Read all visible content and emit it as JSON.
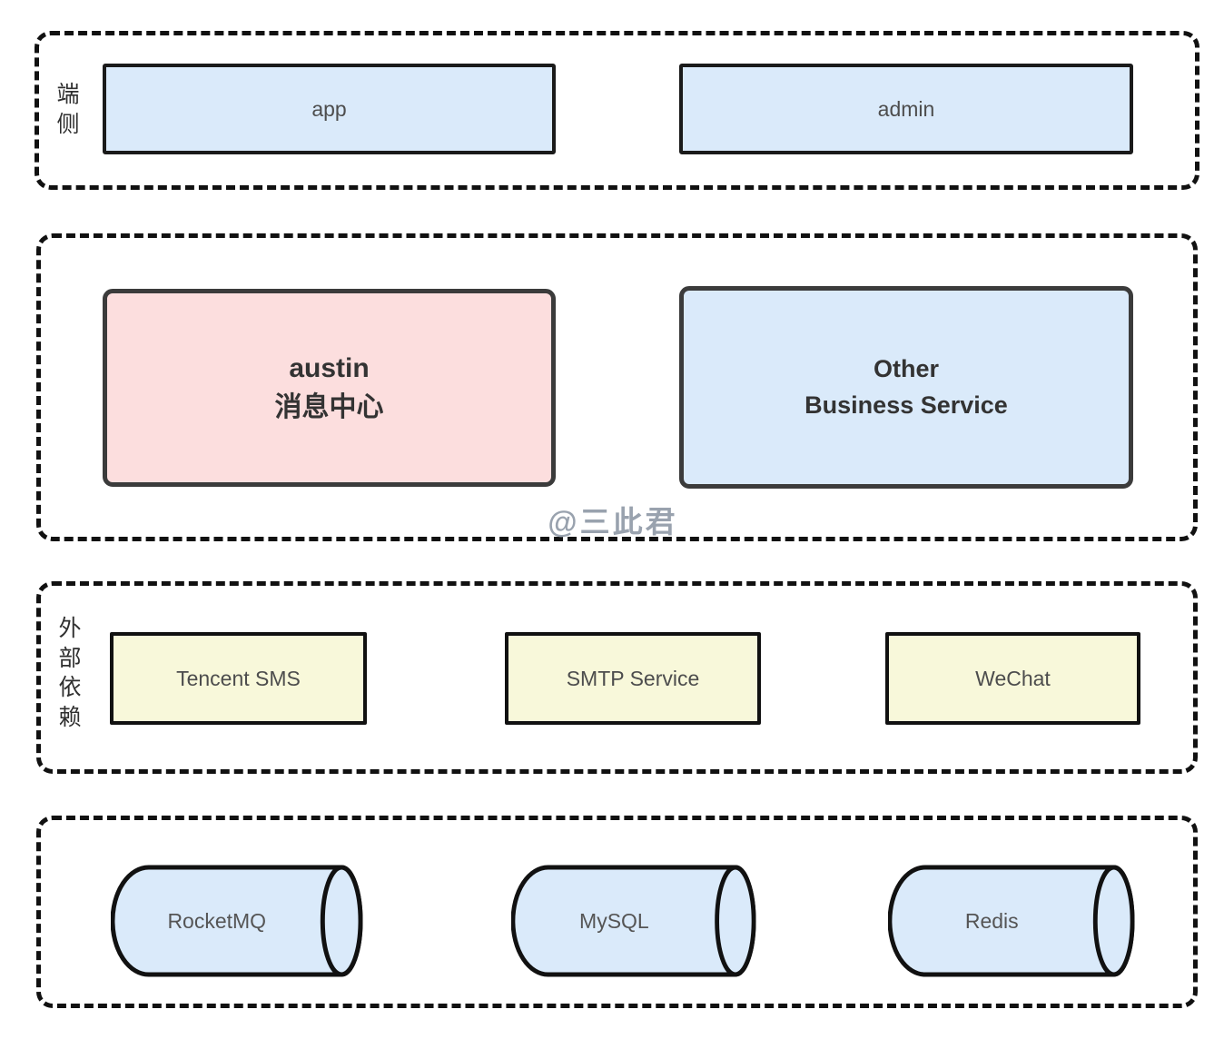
{
  "colors": {
    "background": "#ffffff",
    "dashed_border": "#111111",
    "blue_fill": "#daeafa",
    "pink_fill": "#fcdede",
    "yellow_fill": "#f8f8da",
    "node_border_dark": "#1a1a1a",
    "big_box_border": "#3b3b3b",
    "text_gray": "#4d4d4d",
    "text_dark": "#333333",
    "watermark_gray": "#99a2ae"
  },
  "sections": {
    "client": {
      "label": "端\n侧",
      "boxes": {
        "app": "app",
        "admin": "admin"
      }
    },
    "services": {
      "austin": "austin\n消息中心",
      "other": "Other\nBusiness Service",
      "watermark": "@三此君"
    },
    "external": {
      "label": "外\n部\n依\n赖",
      "boxes": {
        "tencent": "Tencent SMS",
        "smtp": "SMTP Service",
        "wechat": "WeChat"
      }
    },
    "infra": {
      "cylinders": {
        "rocketmq": "RocketMQ",
        "mysql": "MySQL",
        "redis": "Redis"
      }
    }
  }
}
